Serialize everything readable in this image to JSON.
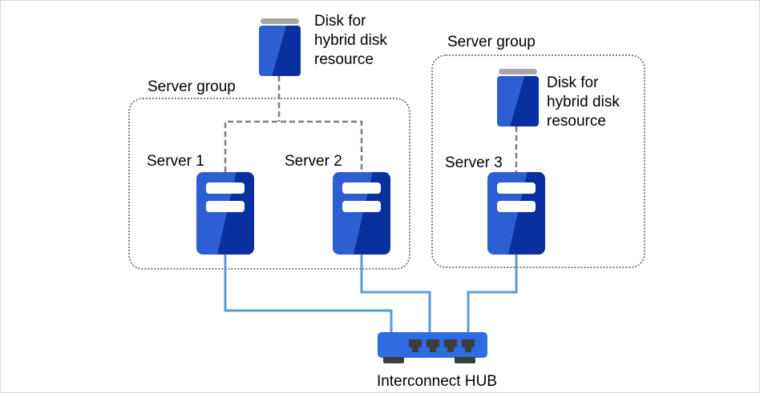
{
  "colors": {
    "canvas_border": "#d9d9d9",
    "icon_blue_light": "#2d5ed2",
    "icon_blue_dark": "#0a2f9e",
    "hub_blue": "#2e6ce2",
    "port_dark": "#3d3d3d",
    "line_blue": "#5b9bd5",
    "connector_gray": "#7f7f7f",
    "disk_cap_gray": "#a6a6a6",
    "text_color": "#000000"
  },
  "diagram": {
    "shared_disk": {
      "label": "Disk for hybrid disk resource"
    },
    "groups": [
      {
        "label": "Server group",
        "servers": [
          {
            "label": "Server 1"
          },
          {
            "label": "Server 2"
          }
        ]
      },
      {
        "label": "Server group",
        "disk_label": "Disk for hybrid disk resource",
        "servers": [
          {
            "label": "Server 3"
          }
        ]
      }
    ],
    "hub": {
      "label": "Interconnect HUB"
    }
  }
}
